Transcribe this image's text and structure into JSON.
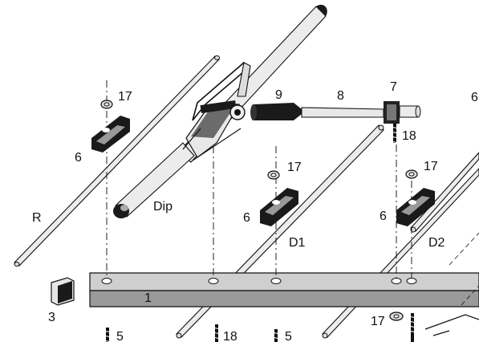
{
  "diagram": {
    "labels": {
      "main_bar": "1",
      "end_cap": "3",
      "clamp_left": "6",
      "clamp_mid": "6",
      "clamp_right": "6",
      "clamp_far_right": "6",
      "sleeve": "7",
      "boom_arm": "8",
      "handle": "9",
      "nut_left": "17",
      "nut_mid": "17",
      "nut_right": "17",
      "nut_bottom": "17",
      "screw_top": "18",
      "screw_bottom": "18",
      "bolt_left": "5",
      "bolt_mid": "5",
      "element_reflector": "R",
      "element_dipole": "Dip",
      "element_director1": "D1",
      "element_director2": "D2"
    }
  }
}
